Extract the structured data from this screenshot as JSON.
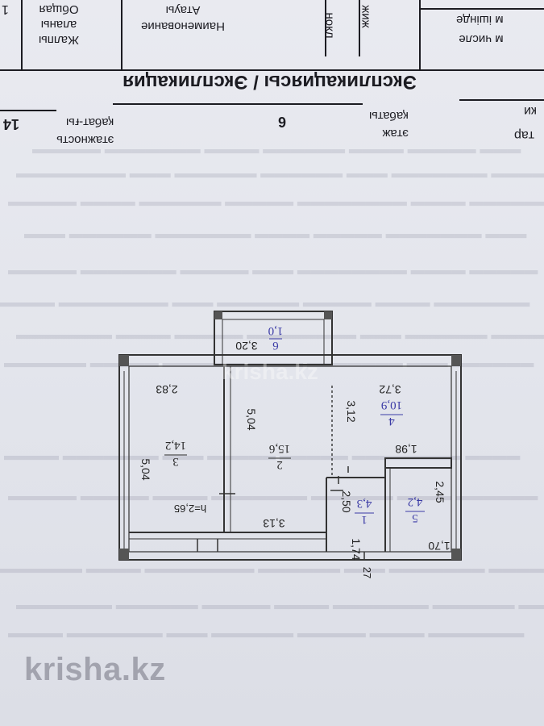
{
  "form": {
    "col_one": "1",
    "total_area_line1": "Жалпы",
    "total_area_line2": "аланы",
    "total_area_line3": "Общая",
    "name_ru": "Наименование",
    "name_kz": "Атауы",
    "col_nokl": "нокл",
    "col_zhizh": "жиж",
    "in_that_ru": "м числе",
    "in_that_kz": "м ішінде",
    "title": "Экспликациясы / Экспликация",
    "storeys_value": "14",
    "storeys_ru": "этажность",
    "storeys_kz": "қабат-ғы",
    "floor_value": "6",
    "floor_ru": "этаж",
    "floor_kz": "қабаты",
    "cut_ki": "ки",
    "cut_tar": "тар"
  },
  "rooms": {
    "r1": {
      "number": "1",
      "area": "4,3"
    },
    "r2": {
      "number": "2",
      "area": "15,6"
    },
    "r3": {
      "number": "3",
      "area": "14,2"
    },
    "r4": {
      "number": "4",
      "area": "10,9"
    },
    "r5": {
      "number": "5",
      "area": "4,2"
    },
    "r6": {
      "number": "6",
      "area": "1,0"
    }
  },
  "dims": {
    "balcony_depth": "3,20",
    "room3_width": "2,83",
    "room4_width": "3,72",
    "room2_depth": "5,04",
    "opening": "3,12",
    "room3_depth": "5,04",
    "corridor": "1,98",
    "ceiling_height": "h=2,65",
    "room2_width": "3,13",
    "room1_depth": "2,50",
    "room5_depth": "2,45",
    "room1_width": "1,74",
    "room5_width": "1,70",
    "door": "27"
  },
  "watermark": {
    "plan": "krisha.kz",
    "bottom": "krisha.kz"
  }
}
